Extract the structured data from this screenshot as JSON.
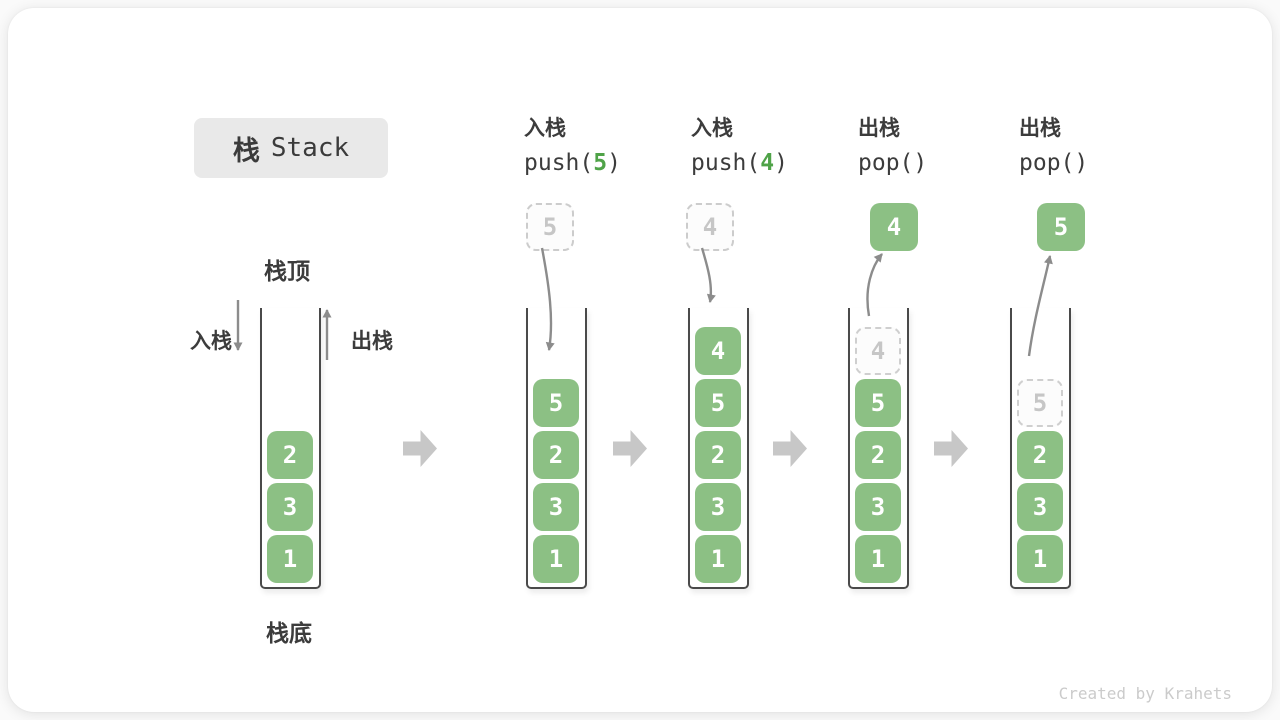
{
  "title": {
    "zh": "栈",
    "en": "Stack"
  },
  "labels": {
    "stack_top": "栈顶",
    "stack_bottom": "栈底",
    "push_in": "入栈",
    "pop_out": "出栈"
  },
  "watermark": "Created by Krahets",
  "colors": {
    "element_green": "#8cc084",
    "call_arg_green": "#4fa348",
    "flow_arrow_gray": "#8c8c8c",
    "block_arrow_gray": "#c7c7c7",
    "ghost_gray": "#c6c6c6",
    "wall_gray": "#4a4a4a"
  },
  "initial_stack": {
    "items": [
      "2",
      "3",
      "1"
    ]
  },
  "steps": [
    {
      "op": "入栈",
      "call_pre": "push(",
      "call_arg": "5",
      "call_post": ")",
      "float_value": "5",
      "float_variant": "dashed",
      "arrow": "down",
      "items": [
        {
          "v": "5",
          "ghost": false
        },
        {
          "v": "2",
          "ghost": false
        },
        {
          "v": "3",
          "ghost": false
        },
        {
          "v": "1",
          "ghost": false
        }
      ]
    },
    {
      "op": "入栈",
      "call_pre": "push(",
      "call_arg": "4",
      "call_post": ")",
      "float_value": "4",
      "float_variant": "dashed",
      "arrow": "down",
      "items": [
        {
          "v": "4",
          "ghost": false
        },
        {
          "v": "5",
          "ghost": false
        },
        {
          "v": "2",
          "ghost": false
        },
        {
          "v": "3",
          "ghost": false
        },
        {
          "v": "1",
          "ghost": false
        }
      ]
    },
    {
      "op": "出栈",
      "call_pre": "pop(",
      "call_arg": "",
      "call_post": ")",
      "float_value": "4",
      "float_variant": "solid",
      "arrow": "up",
      "items": [
        {
          "v": "4",
          "ghost": true
        },
        {
          "v": "5",
          "ghost": false
        },
        {
          "v": "2",
          "ghost": false
        },
        {
          "v": "3",
          "ghost": false
        },
        {
          "v": "1",
          "ghost": false
        }
      ]
    },
    {
      "op": "出栈",
      "call_pre": "pop(",
      "call_arg": "",
      "call_post": ")",
      "float_value": "5",
      "float_variant": "solid",
      "arrow": "up",
      "items": [
        {
          "v": "5",
          "ghost": true
        },
        {
          "v": "2",
          "ghost": false
        },
        {
          "v": "3",
          "ghost": false
        },
        {
          "v": "1",
          "ghost": false
        }
      ]
    }
  ]
}
